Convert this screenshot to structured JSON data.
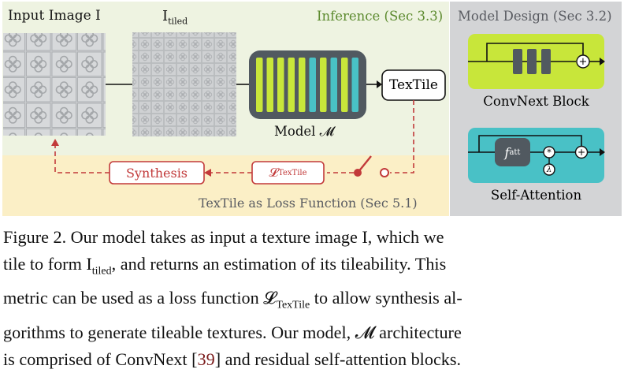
{
  "labels": {
    "input_image": "Input Image I",
    "tiled_base": "I",
    "tiled_sub": "tiled",
    "inference": "Inference (Sec 3.3)",
    "model_design": "Model Design (Sec 3.2)",
    "model": "Model 𝓜",
    "textile": "TexTile",
    "convnext_block": "ConvNext Block",
    "self_attention": "Self-Attention",
    "synthesis": "Synthesis",
    "loss_base": "𝓛",
    "loss_sub": "TexTile",
    "loss_function": "TexTile as Loss Function (Sec 5.1)",
    "f_att_base": "f",
    "f_att_sub": "att",
    "lambda": "λ",
    "plus": "+",
    "times": "*"
  },
  "caption": {
    "line1": "Figure 2.  Our model takes as input a texture image I, which we",
    "line2_pre": "tile to form I",
    "line2_sub": "tiled",
    "line2_post": ", and returns an estimation of its tileability.  This",
    "line3_pre": "metric can be used as a loss function 𝓛",
    "line3_sub": "TexTile",
    "line3_post": " to allow synthesis al-",
    "line4": "gorithms to generate tileable textures. Our model, 𝓜 architecture",
    "line5_pre": "is comprised of ConvNext [",
    "line5_ref": "39",
    "line5_post": "] and residual self-attention blocks."
  },
  "colors": {
    "inference_bg": "#eef3e1",
    "loss_bg": "#fbefc6",
    "design_bg": "#d3d4d6",
    "green_label": "#5c8a2e",
    "gray_label": "#5a5c62",
    "lime": "#c8e63a",
    "cyan": "#49c1c6",
    "model_box": "#515960",
    "red": "#c23a3a",
    "citation": "#7a1a1a"
  }
}
